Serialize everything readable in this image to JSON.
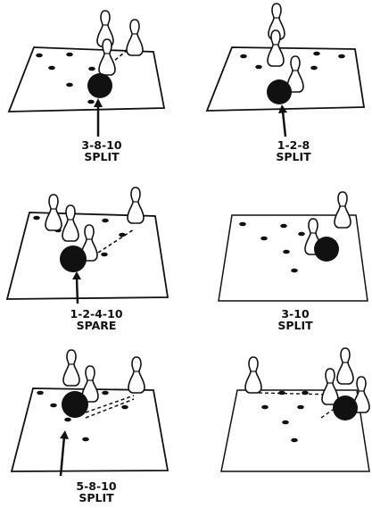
{
  "diagrams": [
    {
      "line1": "3-8-10",
      "line2": "SPLIT"
    },
    {
      "line1": "1-2-8",
      "line2": "SPLIT"
    },
    {
      "line1": "1-2-4-10",
      "line2": "SPARE"
    },
    {
      "line1": "3-10",
      "line2": "SPLIT"
    },
    {
      "line1": "5-8-10",
      "line2": "SPLIT"
    },
    {
      "line1": "",
      "line2": ""
    }
  ]
}
